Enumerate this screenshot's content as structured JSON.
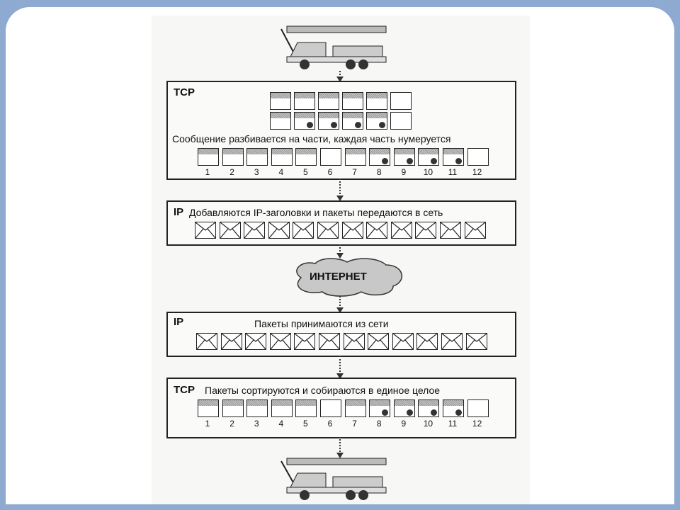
{
  "tcp_split": {
    "label": "TCP",
    "caption": "Сообщение разбивается на части, каждая часть нумеруется",
    "numbers": [
      "1",
      "2",
      "3",
      "4",
      "5",
      "6",
      "7",
      "8",
      "9",
      "10",
      "11",
      "12"
    ]
  },
  "ip_send": {
    "label": "IP",
    "caption": "Добавляются IP-заголовки и пакеты передаются в сеть"
  },
  "internet": {
    "label": "ИНТЕРНЕТ"
  },
  "ip_receive": {
    "label": "IP",
    "caption": "Пакеты принимаются из сети"
  },
  "tcp_assemble": {
    "label": "TCP",
    "caption": "Пакеты сортируются и собираются в единое целое",
    "numbers": [
      "1",
      "2",
      "3",
      "4",
      "5",
      "6",
      "7",
      "8",
      "9",
      "10",
      "11",
      "12"
    ]
  }
}
